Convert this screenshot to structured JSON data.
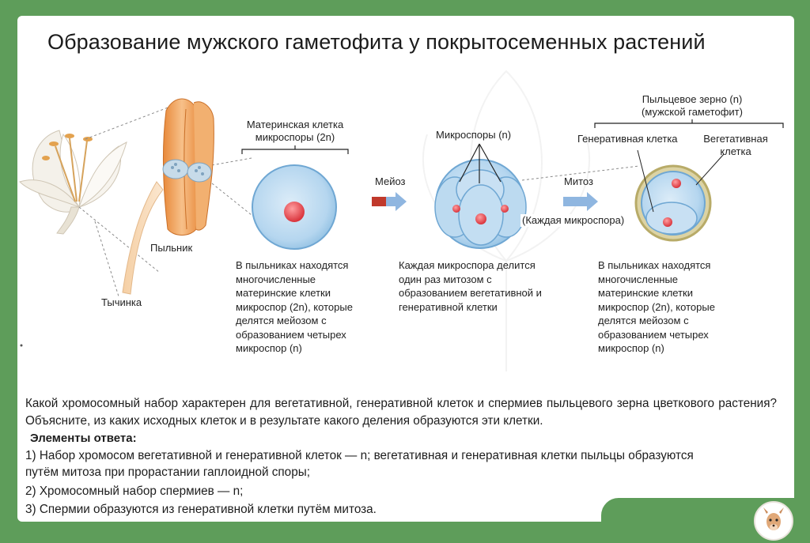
{
  "title": "Образование мужского гаметофита у покрытосеменных растений",
  "labels": {
    "mother_cell": "Материнская клетка микроспоры (2n)",
    "anther": "Пыльник",
    "stamen": "Тычинка",
    "meiosis": "Мейоз",
    "microspores": "Микроспоры (n)",
    "mitosis": "Митоз",
    "each_microspore": "(Каждая микроспора)",
    "pollen_grain_line1": "Пыльцевое зерно (n)",
    "pollen_grain_line2": "(мужской гаметофит)",
    "generative_cell": "Генеративная клетка",
    "vegetative_cell": "Вегетативная клетка"
  },
  "descriptions": {
    "left": "В пыльниках находятся\nмногочисленные\nматеринские клетки\nмикроспор (2n), которые\nделятся мейозом с\nобразованием четырех\nмикроспор (n)",
    "middle": "Каждая микроспора делится\nодин раз митозом с\nобразованием вегетативной и\nгенеративной клетки",
    "right": "В пыльниках находятся\nмногочисленные\nматеринские клетки\nмикроспор (2n), которые\nделятся мейозом с\nобразованием четырех\nмикроспор (n)"
  },
  "question": "Какой хромосомный набор характерен для вегетативной, генеративной клеток и спермиев пыльцевого зерна цветкового растения? Объясните, из каких исходных клеток и в результате какого деления образуются эти клетки.",
  "answer": {
    "title": "Элементы ответа:",
    "items": [
      "1) Набор хромосом вегетативной и генеративной клеток — n; вегетативная и генеративная клетки пыльцы образуются путём митоза при прорастании гаплоидной споры;",
      "2) Хромосомный набор спермиев — n;",
      "3) Спермии образуются из генеративной клетки путём митоза."
    ]
  },
  "colors": {
    "frame": "#5e9d5a",
    "cell_fill": "#a9d0ec",
    "nucleus": "#e8434a",
    "anther": "#f0a45a",
    "arrow": "#7aa7d8"
  }
}
